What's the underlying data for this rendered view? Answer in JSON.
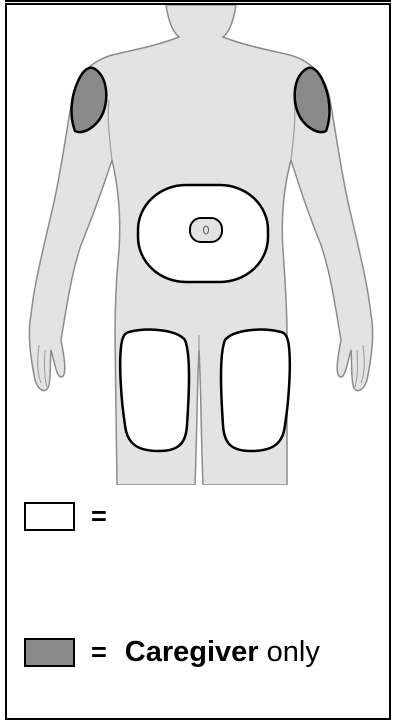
{
  "figure": {
    "icon": "human-body-front-icon",
    "colors": {
      "body_fill": "#e3e3e3",
      "outline": "#8c8c8c",
      "self_zone_fill": "#ffffff",
      "caregiver_zone_fill": "#8a8a8a"
    },
    "zones": [
      {
        "name": "abdomen",
        "type": "self-and-caregiver"
      },
      {
        "name": "left-thigh",
        "type": "self-and-caregiver"
      },
      {
        "name": "right-thigh",
        "type": "self-and-caregiver"
      },
      {
        "name": "left-upper-arm",
        "type": "caregiver-only"
      },
      {
        "name": "right-upper-arm",
        "type": "caregiver-only"
      }
    ]
  },
  "legend": {
    "white": {
      "equals": "=",
      "label": ""
    },
    "gray": {
      "equals": "=",
      "label_bold": "Caregiver",
      "label_rest": " only"
    }
  }
}
